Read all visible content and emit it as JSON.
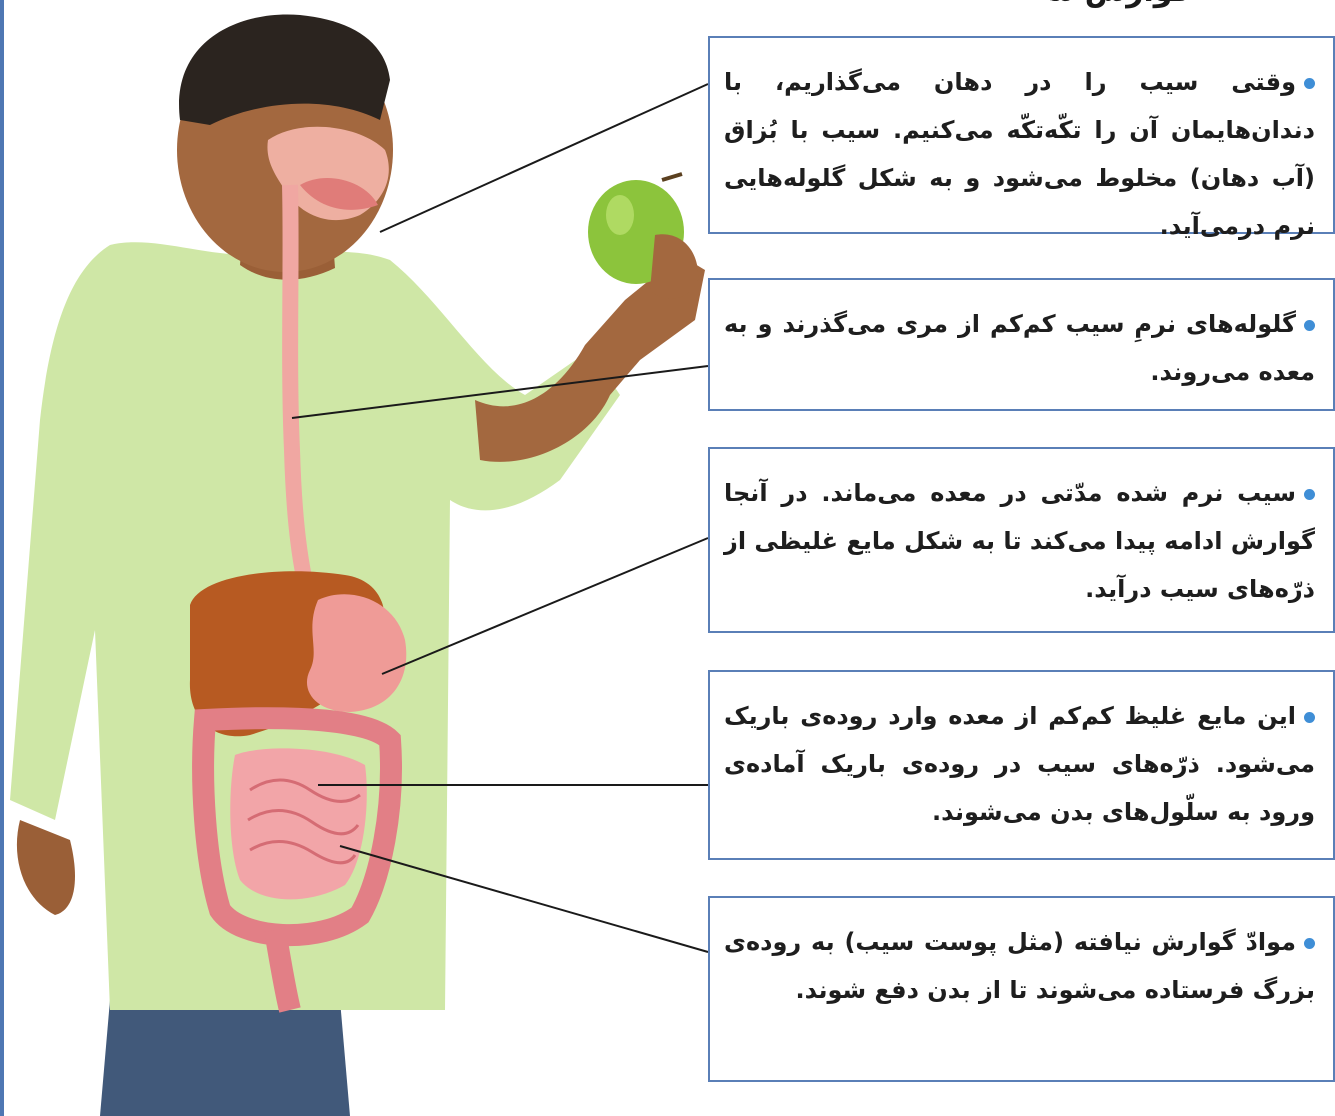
{
  "header": {
    "fragment": "گوارش سیب"
  },
  "boxes": [
    {
      "text": "وقتی سیب را در دهان می‌گذاریم، با دندان‌هایمان آن را تکّه‌تکّه می‌کنیم. سیب با بُزاق (آب دهان) مخلوط می‌شود و به شکل گلوله‌هایی نرم درمی‌آید."
    },
    {
      "text": "گلوله‌های نرمِ سیب کم‌کم از مری می‌گذرند و به معده می‌روند."
    },
    {
      "text": "سیب نرم شده مدّتی در معده می‌ماند. در آنجا گوارش ادامه پیدا می‌کند تا به شکل مایع غلیظی از ذرّه‌های سیب درآید."
    },
    {
      "text": "این مایع غلیظ کم‌کم از معده وارد روده‌ی باریک می‌شود. ذرّه‌های سیب در روده‌ی باریک آماده‌ی ورود به سلّول‌های بدن می‌شوند."
    },
    {
      "text": "موادّ گوارش نیافته (مثل پوست سیب) به روده‌ی بزرگ فرستاده می‌شوند تا از بدن دفع شوند."
    }
  ],
  "colors": {
    "border": "#5a7fb7",
    "bullet": "#3f8ed6",
    "shirt": "#cfe7a6",
    "skin": "#a3683f",
    "liver": "#b75a22",
    "stomach": "#ef9b97",
    "intestine": "#e58a8e",
    "apple": "#8cc43c"
  },
  "icons": {
    "bullet": "bullet-dot-icon"
  }
}
